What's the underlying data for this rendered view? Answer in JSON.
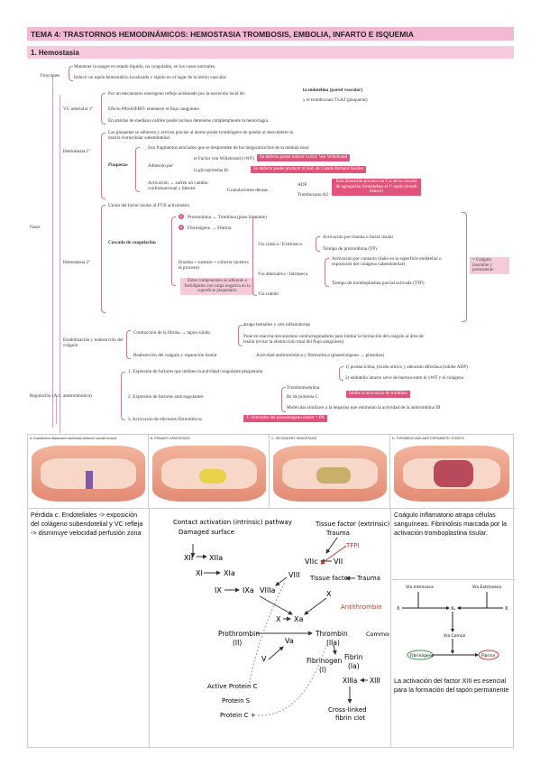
{
  "header": {
    "title": "TEMA 4: TRASTORNOS HEMODINÁMICOS: HEMOSTASIA TROMBOSIS, EMBOLIA, INFARTO E ISQUEMIA",
    "section": "1. Hemostasia"
  },
  "mindmap": {
    "root": "Fases",
    "funciones": {
      "label": "Funciones",
      "items": [
        "Mantener la sangre en estado líquido, no coagulable, en los vasos normales.",
        "Inducir un tapón hemostático localizado y rápido en el lugar de la lesión vascular."
      ]
    },
    "vc": {
      "label": "VC arteriolar 1ª",
      "items": [
        "Por un mecanismo neurógeno reflejo acentuado por la secreción local de:",
        "Efecto PASAJERO: enlentece el flujo sanguíneo",
        "En arterias de mediano calibre puede incluso detenerse completamente la hemorragia."
      ],
      "endotelina": "la endotelina (pared vascular)",
      "tromboxano": "y el tromboxano TxA2 (plaquetas)"
    },
    "hemostasia1": {
      "label": "Hemostasia 1ª",
      "intro": "Las plaquetas se adhieren y activan gracias al átomo podar trombógeno de quedar al descubierto la matriz extracelular subendotelial",
      "plaquetas": "Plaquetas",
      "fragmentos": "Son fragmentos asociados que se desprenden de los megacariocitos de la médula ósea",
      "adhesion": "Adhesión por",
      "vwf": "el Factor von Willebrand (vWF)",
      "vwf_defect": "Su defecto puede inducir la Enf. Von Willebrand",
      "gp": "la glicoproteína Ib",
      "gp_defect": "Su defecto puede producir el Snd. de Claude Bernard Soulier",
      "activacion": "Activación → sufren un cambio conformacional y liberan:",
      "granulaciones": "Granulaciones densas",
      "adp": "ADP",
      "a2": "Tromboxano A2",
      "adp_note": "Esta liberación provoca un 'Ca' de la cascada de agregación formándose el 1ª tapón (tromb blanco)"
    },
    "hemostasia2": {
      "label": "Hemostasia 2ª",
      "union": "Unión del factor tisular al FVII activándolo",
      "cascada": "Cascada de coagulación",
      "step1": "Protrombina → Trombina (paso limitante)",
      "step2": "Fibrinógeno → Fibrina",
      "enzima": "Enzima + sustrato + cofactor (acelera el proceso)",
      "enzima_note": "Estos componentes se adhieren a fosfolípidos con carga negativa en la superficie plaquetaria",
      "via_clasica": "Vía clásica / Extrínseca",
      "via_clasica_1": "Activación por trauma o factor tisular",
      "via_clasica_2": "Tiempo de protrombina (TP)",
      "via_alt": "Vía alternativa / Intrínseca",
      "via_alt_1": "Activación por contacto (daño en la superficie endotelial o exposición del colágeno subendotelial)",
      "via_alt_2": "Tiempo de tromboplastina parcial activada (TTP)",
      "via_comun": "Vía común",
      "result": "= Coágulo insoluble y permanente"
    },
    "estabilizacion": {
      "label": "Estabilización y reabsorción del coágulo",
      "contraccion": "Contracción de la fibrina → tapón sólido",
      "atrapa": "atrapa hematíes y cels inflamatorias",
      "pone": "Pone en marcha mecanismos contrarreguladores para limitar la formación del coágulo al área de lesión (evitar la obstrucción total del flujo sanguíneo)",
      "reabsorcion": "Reabsorción del coágulo y reparación tisular",
      "actividad": "Actividad antitrombótica y fibrinolítica (plasminógeno → plasmina)"
    },
    "regulacion": {
      "label": "Regulación (Act. antitrombótica)",
      "r1": "1. Expresión de factores que inhiben la actividad coagulante plaquetaria",
      "r1a": "1) prostaciclina, (óxido nítrico y adenosín difosfasa (inhibe ADP)",
      "r1b": "2) endotelio intacto sirve de barrera entre el vWF y el colágeno.",
      "r2": "2. Expresión de factores anticoagulantes",
      "r2a": "Trombomodulina",
      "r2b": "Rc de proteína C",
      "r2c": "Moléculas similares a la heparina que estimulan la actividad de la antitrombina III",
      "r2_badge": "Inhibe la activación de trombina",
      "r3": "3. Activación de efectores fibrinolíticos",
      "r3_badge": "T: Activador del plasminógeno tisular = PA"
    }
  },
  "panels": {
    "a_title": "A. Endothelium   Basement membrane   Arteriole smooth muscle",
    "b_title": "B. PRIMARY HEMOSTASIS",
    "c_title": "C. SECONDARY HEMOSTASIS",
    "d_title": "D. THROMBUS AND ANTITHROMBOTIC EVENTS",
    "a_note": "Pérdida c. Endoteliales -> exposición del colágeno subendotelial y VC refleja -> disminuye velocidad perfusión zona",
    "d_note": "Coágulo inflamatorio atrapa células sanguíneas. Fibrinolisis marcada por la activación tromboplastina tisular.",
    "xiii_note": "La activación del factor XIII es esencial para la formación del tapón permanente"
  },
  "cascade": {
    "intrinsic_title": "Contact activation (intrinsic) pathway",
    "extrinsic_title": "Tissue factor (extrinsic) pathway",
    "damaged": "Damaged surface",
    "trauma1": "Trauma",
    "trauma2": "Trauma",
    "tfpi": "TFPI",
    "tissue_factor": "Tissue factor",
    "antithrombin": "Antithrombin",
    "common": "Common pathway",
    "xii": "XII",
    "xiia": "XIIa",
    "xi": "XI",
    "xia": "XIa",
    "ix": "IX",
    "ixa": "IXa",
    "viiia": "VIIIa",
    "viii": "VIII",
    "viic": "VIIc",
    "vii": "VII",
    "x1": "X",
    "xa": "Xa",
    "x2": "X",
    "prothrombin": "Prothrombin",
    "prothrombin_n": "(II)",
    "thrombin": "Thrombin",
    "thrombin_n": "(IIa)",
    "va": "Va",
    "v": "V",
    "fibrinogen": "Fibrinogen",
    "fibrinogen_n": "(I)",
    "fibrin": "Fibrin",
    "fibrin_n": "(Ia)",
    "xiiia": "XIIIa",
    "xiii": "XIII",
    "crosslinked": "Cross-linked fibrin clot",
    "apc": "Active Protein C",
    "protein_s": "Protein S",
    "protein_c": "Protein C +"
  },
  "mini": {
    "via_intrinseca": "Vía Intrínseca",
    "via_extrinseca": "Vía Extrínseca",
    "x_left": "X",
    "xa": "Xₐ",
    "x_right": "X",
    "via_comun": "Vía Común",
    "fibrinogeno": "Fibrinógeno",
    "fibrina": "Fibrina"
  }
}
